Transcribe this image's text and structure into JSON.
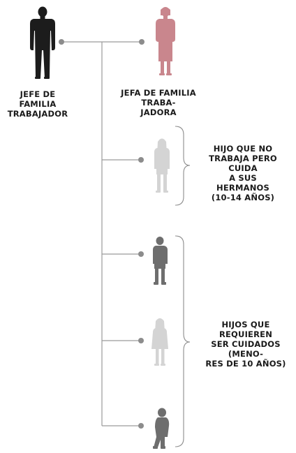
{
  "labels": {
    "father": "JEFE DE FAMILIA\nTRABAJADOR",
    "mother": "JEFA DE FAMILIA TRABA-\nJADORA",
    "working_child": "HIJO QUE NO\nTRABAJA PERO CUIDA\nA SUS HERMANOS\n(10-14 AÑOS)",
    "young_children": "HIJOS QUE REQUIEREN\nSER CUIDADOS (MENO-\nRES DE 10 AÑOS)"
  },
  "colors": {
    "father": "#1c1c1c",
    "mother": "#c9868d",
    "child_light": "#d4d4d4",
    "child_dark": "#6e6e6e",
    "lines": "#9a9a9a",
    "nodes": "#8c8c8c",
    "text": "#1a1a1a"
  }
}
